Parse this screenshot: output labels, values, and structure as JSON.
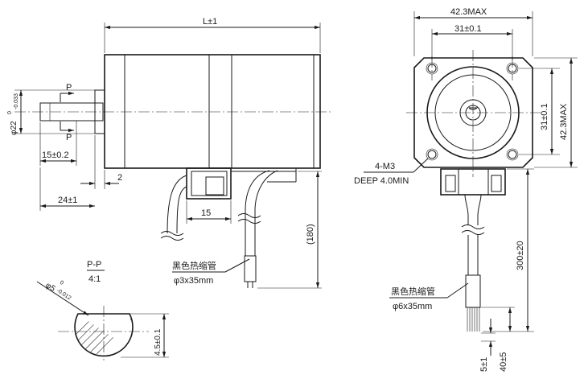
{
  "side_view": {
    "length_label": "L±1",
    "shaft_diameter_main": "φ22",
    "shaft_diameter_tol_upper": "0",
    "shaft_diameter_tol_lower": "-0.033",
    "section_mark_top": "P",
    "section_mark_bottom": "P",
    "flat_length_label": "15±0.2",
    "flange_thickness_label": "2",
    "shaft_length_label": "24±1",
    "connector_width_label": "15",
    "lead_length_label": "(180)",
    "heat_shrink_title": "黑色热缩管",
    "heat_shrink_size": "φ3x35mm"
  },
  "section_view": {
    "title": "P-P",
    "scale": "4:1",
    "diameter_main": "φ5",
    "diameter_tol_upper": "0",
    "diameter_tol_lower": "-0.012",
    "flat_label": "4.5±0.1"
  },
  "front_view": {
    "overall_width_label": "42.3MAX",
    "hole_spacing_h_label": "31±0.1",
    "hole_spacing_v_label": "31±0.1",
    "overall_height_label": "42.3MAX",
    "thread_label": "4-M3",
    "thread_depth_label": "DEEP 4.0MIN",
    "cable_length_label": "300±20",
    "heat_shrink_title": "黑色热缩管",
    "heat_shrink_size": "φ6x35mm",
    "strip_length_label": "5±1",
    "tin_length_label": "40±5"
  }
}
